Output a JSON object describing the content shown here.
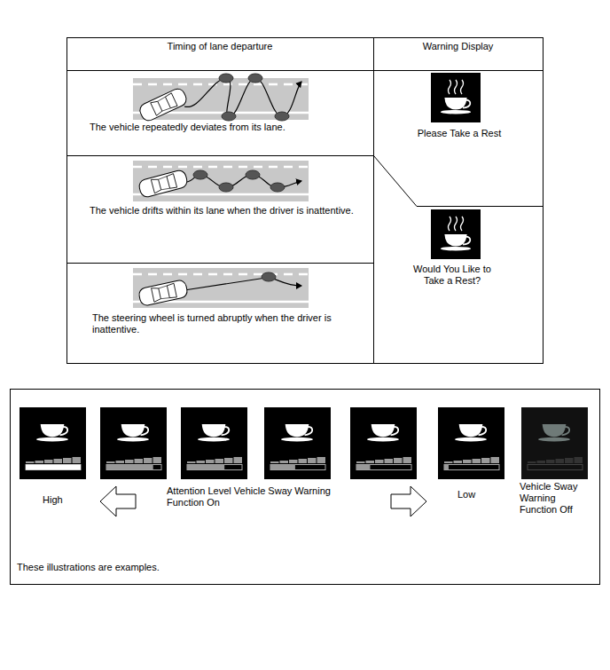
{
  "diagram": {
    "nodes": [
      {
        "text": [
          "High",
          "Attention Level Vehicle Sway Warning Function On",
          "Low",
          "Vehicle Sway Warning Function Off",
          "These illustrations are examples."
        ]
      }
    ],
    "labels": [
      "Timing of lane departure",
      "Warning Display",
      "The vehicle repeatedly deviates from its lane.",
      "The vehicle drifts within its lane when the driver is inattentive.",
      "The steering wheel is turned abruptly when the driver is inattentive.",
      "Please Take a Rest",
      "Would You Like to Take a Rest?"
    ]
  }
}
